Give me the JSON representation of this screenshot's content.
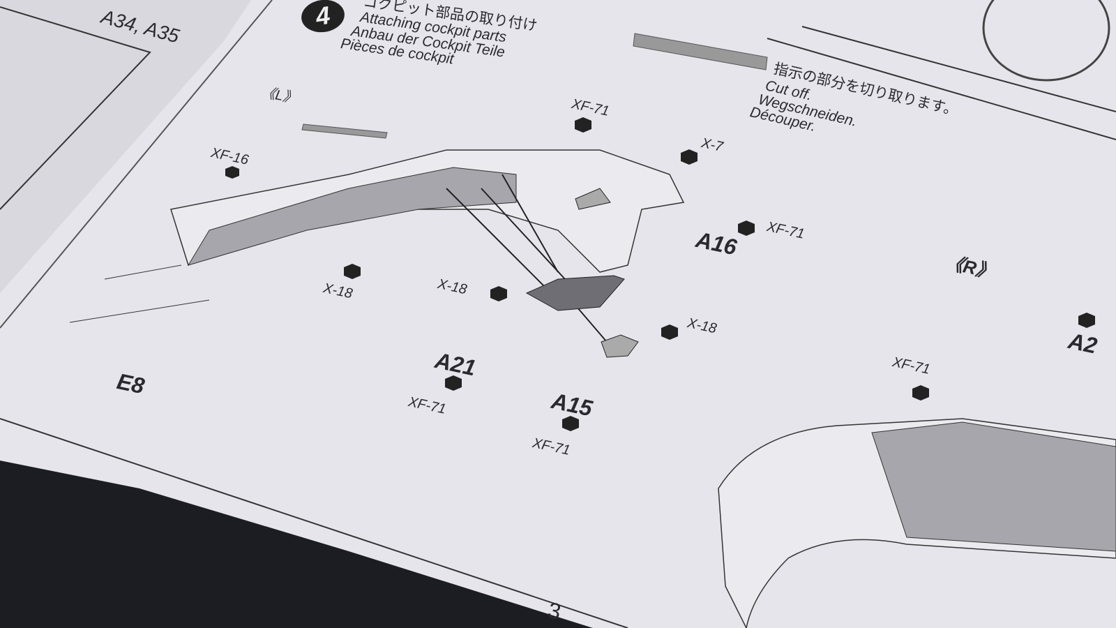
{
  "prev_step_parts": "A34, A35",
  "step": {
    "number": "4",
    "title_jp": "コクピット部品の取り付け",
    "title_en": "Attaching cockpit parts",
    "title_de": "Anbau der Cockpit Teile",
    "title_fr": "Pièces de cockpit"
  },
  "cut_note": {
    "jp": "指示の部分を切り取ります。",
    "en": "Cut off.",
    "de": "Wegschneiden.",
    "fr": "Découper."
  },
  "views": {
    "left": "《L》",
    "right": "《R》"
  },
  "labels": {
    "xf16": "XF-16",
    "x18_a": "X-18",
    "e8": "E8",
    "xf71_top": "XF-71",
    "x7": "X-7",
    "a16": "A16",
    "xf71_a16": "XF-71",
    "x18_b": "X-18",
    "x18_c": "X-18",
    "a21": "A21",
    "xf71_a21": "XF-71",
    "a15": "A15",
    "xf71_a15": "XF-71",
    "xf71_r": "XF-71",
    "a2": "A2"
  },
  "page_number": "3",
  "colors": {
    "paper": "#e6e5ec",
    "ink": "#2a2a2e",
    "part_fill": "#9c9ca2",
    "background": "#1c1d22"
  }
}
